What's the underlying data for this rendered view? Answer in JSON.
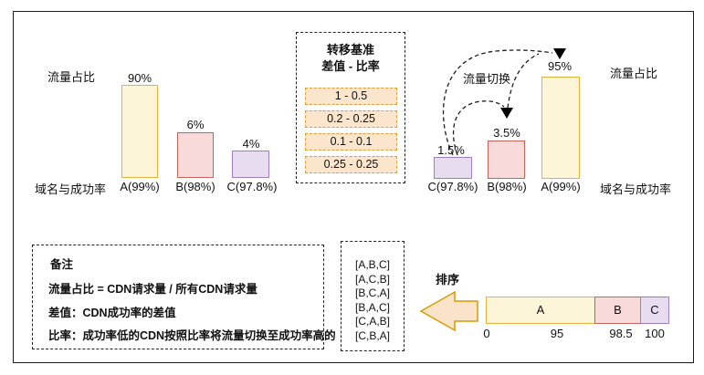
{
  "left_chart": {
    "y_axis_label": "流量占比",
    "x_axis_label": "域名与成功率",
    "bars": [
      {
        "label": "A(99%)",
        "value": "90%"
      },
      {
        "label": "B(98%)",
        "value": "6%"
      },
      {
        "label": "C(97.8%)",
        "value": "4%"
      }
    ]
  },
  "transfer_box": {
    "title": "转移基准",
    "subtitle": "差值 - 比率",
    "items": [
      "1 - 0.5",
      "0.2 - 0.25",
      "0.1 - 0.1",
      "0.25 - 0.25"
    ]
  },
  "right_chart": {
    "y_axis_label": "流量占比",
    "x_axis_label": "域名与成功率",
    "switch_label": "流量切换",
    "bars": [
      {
        "label": "C(97.8%)",
        "value": "1.5%"
      },
      {
        "label": "B(98%)",
        "value": "3.5%"
      },
      {
        "label": "A(99%)",
        "value": "95%"
      }
    ]
  },
  "notes_box": {
    "title": "备注",
    "lines": [
      "流量占比 = CDN请求量 / 所有CDN请求量",
      "差值：CDN成功率的差值",
      "比率：成功率低的CDN按照比率将流量切换至成功率高的"
    ]
  },
  "permutations_box": {
    "items": [
      "[A,B,C]",
      "[A,C,B]",
      "[B,C,A]",
      "[B,A,C]",
      "[C,A,B]",
      "[C,B,A]"
    ]
  },
  "sort_label": "排序",
  "stacked_bar": {
    "segments": [
      {
        "label": "A",
        "range": [
          0,
          95
        ]
      },
      {
        "label": "B",
        "range": [
          95,
          98.5
        ]
      },
      {
        "label": "C",
        "range": [
          98.5,
          100
        ]
      }
    ],
    "ticks": [
      "0",
      "95",
      "98.5",
      "100"
    ]
  },
  "colors": {
    "bar_a_fill": "#FDF5D8",
    "bar_a_border": "#E2B23C",
    "bar_b_fill": "#F8DAD8",
    "bar_b_border": "#C4625B",
    "bar_c_fill": "#E7DCF0",
    "bar_c_border": "#9E7EC0",
    "transfer_item_fill": "#FBE5CC",
    "transfer_item_border": "#DD9E38",
    "block_arrow_fill": "#FAE3C8",
    "block_arrow_border": "#D79B00"
  },
  "chart_data": [
    {
      "type": "bar",
      "title": "流量占比 (切换前)",
      "categories": [
        "A(99%)",
        "B(98%)",
        "C(97.8%)"
      ],
      "values": [
        90,
        6,
        4
      ],
      "xlabel": "域名与成功率",
      "ylabel": "流量占比"
    },
    {
      "type": "bar",
      "title": "流量占比 (流量切换后)",
      "categories": [
        "C(97.8%)",
        "B(98%)",
        "A(99%)"
      ],
      "values": [
        1.5,
        3.5,
        95
      ],
      "xlabel": "域名与成功率",
      "ylabel": "流量占比"
    },
    {
      "type": "bar",
      "title": "排序区间",
      "categories": [
        "A",
        "B",
        "C"
      ],
      "values": [
        [
          0,
          95
        ],
        [
          95,
          98.5
        ],
        [
          98.5,
          100
        ]
      ],
      "xlabel": "",
      "ylabel": "",
      "xlim": [
        0,
        100
      ]
    }
  ]
}
